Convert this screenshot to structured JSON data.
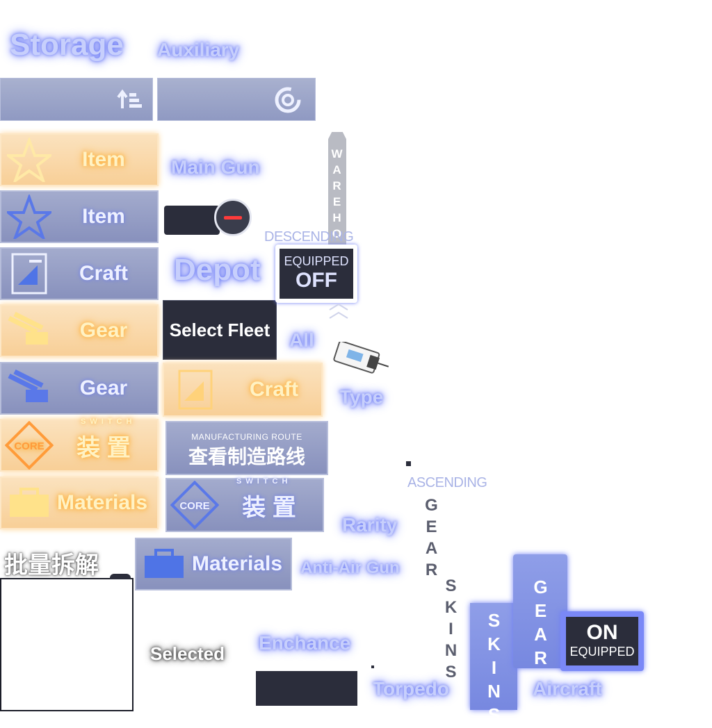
{
  "tabs": {
    "storage": "Storage",
    "auxiliary": "Auxiliary"
  },
  "menu": {
    "item_active": "Item",
    "item": "Item",
    "craft": "Craft",
    "gear_active": "Gear",
    "gear": "Gear",
    "switch_core_active": {
      "top": "SWITCH",
      "main": "装 置",
      "badge": "CORE"
    },
    "materials_active": "Materials",
    "materials": "Materials"
  },
  "labels": {
    "main_gun": "Main Gun",
    "depot": "Depot",
    "all": "All",
    "type": "Type",
    "rarity": "Rarity",
    "anti_air_gun": "Anti-Air Gun",
    "enchance": "Enchance",
    "torpedo": "Torpedo",
    "aircraft": "Aircraft",
    "selected": "Selected",
    "bulk_dismantle": "批量拆解",
    "descending": "DESCENDING",
    "ascending": "ASCENDING",
    "warehouse_vertical": "WAREHOUSE"
  },
  "buttons": {
    "select_fleet": "Select Fleet",
    "craft_active": "Craft",
    "manufacturing_route": {
      "top": "MANUFACTURING ROUTE",
      "main": "查看制造路线"
    },
    "switch_core": {
      "top": "SWITCH",
      "main": "装 置",
      "badge": "CORE"
    }
  },
  "toggles": {
    "equipped_off": {
      "label": "EQUIPPED",
      "state": "OFF"
    },
    "equipped_on": {
      "label": "EQUIPPED",
      "state": "ON"
    }
  },
  "vertical_tabs": {
    "gear_a": "GEAR",
    "skins_a": "SKINS",
    "skins_b": "SKINS",
    "gear_b": "GEAR"
  },
  "colors": {
    "accent_blue": "#7a88f7",
    "accent_orange": "#ffb33a",
    "panel_dark": "#2b2d3b",
    "toggle_red": "#ff3b3b"
  },
  "icons": [
    "sort-order-icon",
    "refresh-icon",
    "star-icon",
    "blueprint-icon",
    "guns-icon",
    "core-chip-icon",
    "toolbox-icon",
    "minus-icon",
    "transport-card-icon"
  ]
}
